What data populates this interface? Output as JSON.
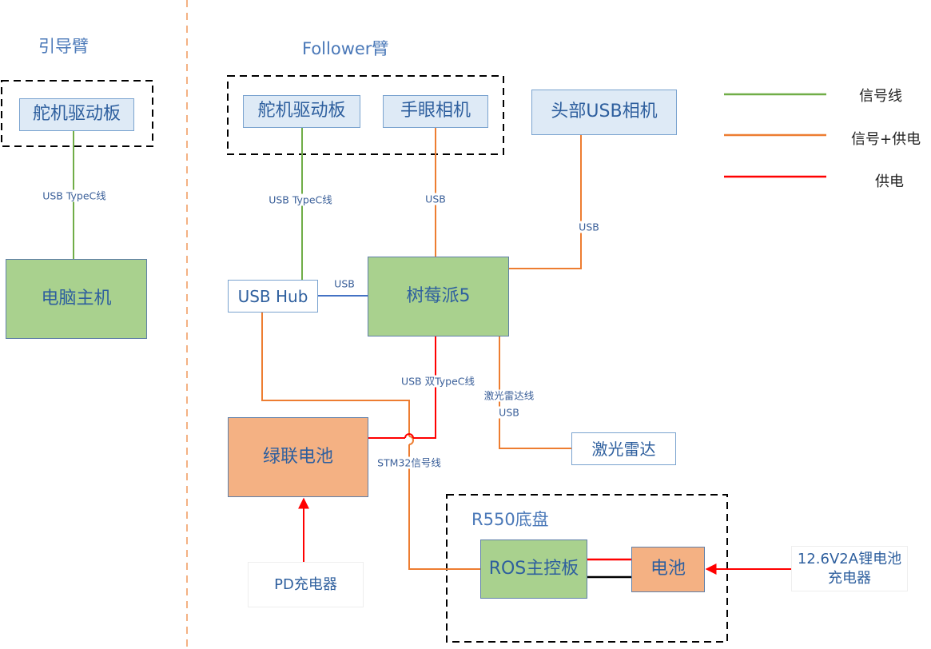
{
  "sections": {
    "leader": "引导臂",
    "follower": "Follower臂",
    "chassis": "R550底盘"
  },
  "nodes": {
    "leader_servo": "舵机驱动板",
    "pc_host": "电脑主机",
    "follower_servo": "舵机驱动板",
    "hand_eye_camera": "手眼相机",
    "head_usb_camera": "头部USB相机",
    "usb_hub": "USB Hub",
    "raspberry_pi": "树莓派5",
    "ugreen_battery": "绿联电池",
    "lidar": "激光雷达",
    "pd_charger": "PD充电器",
    "ros_board": "ROS主控板",
    "chassis_battery": "电池",
    "li_charger": "12.6V2A锂电池\n充电器"
  },
  "wire_labels": {
    "leader_usb": "USB TypeC线",
    "follower_usb": "USB TypeC线",
    "camera_usb": "USB",
    "head_usb": "USB",
    "hub_usb": "USB",
    "pi_battery": "USB 双TypeC线",
    "lidar_cable": "激光雷达线",
    "lidar_usb": "USB",
    "stm32": "STM32信号线"
  },
  "legend": {
    "signal": "信号线",
    "signal_power": "信号+供电",
    "power": "供电"
  },
  "colors": {
    "signal": "#70ad47",
    "signal_power": "#ed7d31",
    "power": "#ff0000",
    "hub_link": "#4472c4",
    "divider": "#f4b183"
  }
}
